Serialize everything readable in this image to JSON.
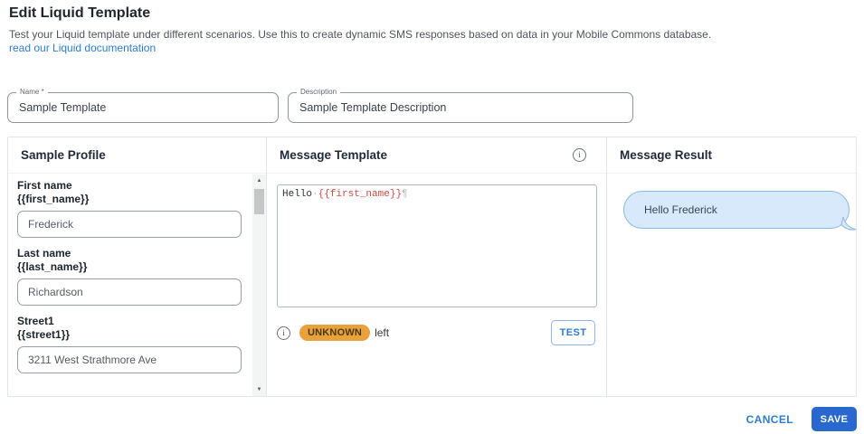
{
  "page": {
    "title": "Edit Liquid Template",
    "subtitle": "Test your Liquid template under different scenarios. Use this to create dynamic SMS responses based on data in your Mobile Commons database.",
    "doc_link": "read our Liquid documentation"
  },
  "form": {
    "name": {
      "label": "Name *",
      "value": "Sample Template"
    },
    "description": {
      "label": "Description",
      "value": "Sample Template Description"
    }
  },
  "profile": {
    "header": "Sample Profile",
    "fields": [
      {
        "label": "First name",
        "variable": "{{first_name}}",
        "value": "Frederick"
      },
      {
        "label": "Last name",
        "variable": "{{last_name}}",
        "value": "Richardson"
      },
      {
        "label": "Street1",
        "variable": "{{street1}}",
        "value": "3211 West Strathmore Ave"
      }
    ]
  },
  "template": {
    "header": "Message Template",
    "editor": {
      "word": "Hello",
      "space_dot": "·",
      "variable": "{{first_name}}",
      "pilcrow": "¶"
    },
    "counter_badge": "UNKNOWN",
    "counter_suffix": "left",
    "test_button": "TEST"
  },
  "result": {
    "header": "Message Result",
    "bubble": "Hello Frederick"
  },
  "actions": {
    "cancel": "CANCEL",
    "save": "SAVE"
  },
  "icons": {
    "info": "i",
    "scroll_up": "▲",
    "scroll_down": "▼"
  },
  "colors": {
    "accent_blue": "#2D7DD2",
    "save_blue": "#2968CE",
    "badge_amber": "#E9A23B",
    "variable_red": "#CE4A44",
    "bubble_fill": "#D8E9FB",
    "bubble_border": "#8CB9EA"
  }
}
